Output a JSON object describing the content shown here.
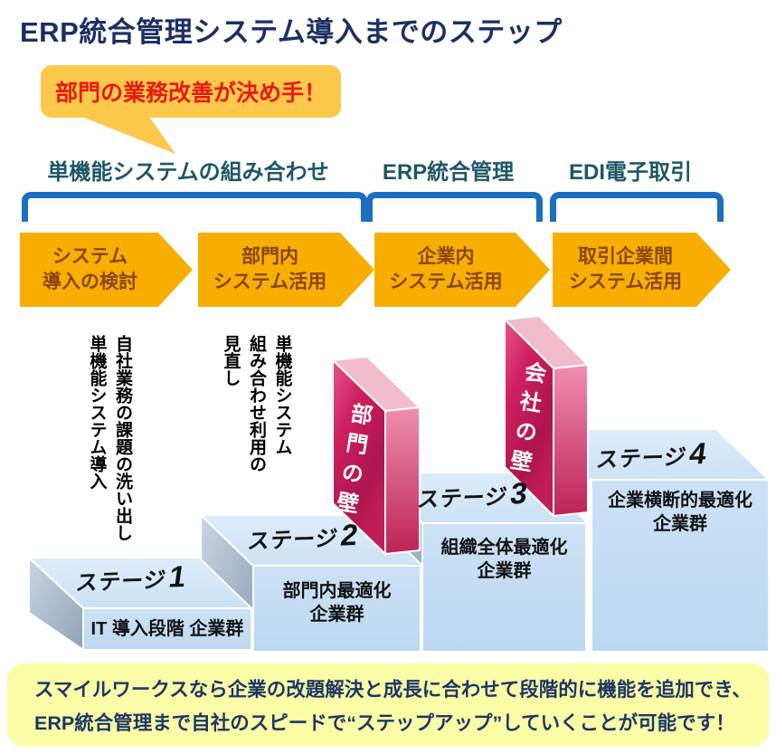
{
  "title": "ERP統合管理システム導入までのステップ",
  "callout": {
    "text": "部門の業務改善が決め手！"
  },
  "phases": [
    {
      "label": "単機能システムの組み合わせ"
    },
    {
      "label": "ERP統合管理"
    },
    {
      "label": "EDI電子取引"
    }
  ],
  "arrows": [
    {
      "line1": "システム",
      "line2": "導入の検討"
    },
    {
      "line1": "部門内",
      "line2": "システム活用"
    },
    {
      "line1": "企業内",
      "line2": "システム活用"
    },
    {
      "line1": "取引企業間",
      "line2": "システム活用"
    }
  ],
  "annotations": {
    "left": "自社業務の課題の洗い出し\n単機能システム導入",
    "right": "単機能システム\n組み合わせ利用の\n見直し"
  },
  "stages": [
    {
      "prefix": "ステージ",
      "num": "1",
      "group_line1": "IT 導入段階 企業群",
      "group_line2": ""
    },
    {
      "prefix": "ステージ",
      "num": "2",
      "group_line1": "部門内最適化",
      "group_line2": "企業群"
    },
    {
      "prefix": "ステージ",
      "num": "3",
      "group_line1": "組織全体最適化",
      "group_line2": "企業群"
    },
    {
      "prefix": "ステージ",
      "num": "4",
      "group_line1": "企業横断的最適化",
      "group_line2": "企業群"
    }
  ],
  "walls": [
    {
      "label": "部門の壁"
    },
    {
      "label": "会社の壁"
    }
  ],
  "footer": {
    "line1": "スマイルワークスなら企業の改題解決と成長に合わせて段階的に機能を追加でき、",
    "line2": "ERP統合管理まで自社のスピードで“ステップアップ”していくことが可能です！"
  },
  "colors": {
    "title_text": "#1b2f63",
    "callout_bg": "#fcc84c",
    "callout_text": "#e8190f",
    "phase_label_text": "#1e5767",
    "bracket_blue": "#1b6fc0",
    "arrow_fill": "#f7ae00",
    "arrow_text": "#8b4513",
    "step_top": "#d5e6f7",
    "step_front": "#c1dcf4",
    "step_side": "#8ea2b6",
    "wall_crimson": "#c61d58",
    "wall_text": "#ffffff",
    "footer_bg": "#fafca6",
    "footer_text": "#1d3766"
  }
}
